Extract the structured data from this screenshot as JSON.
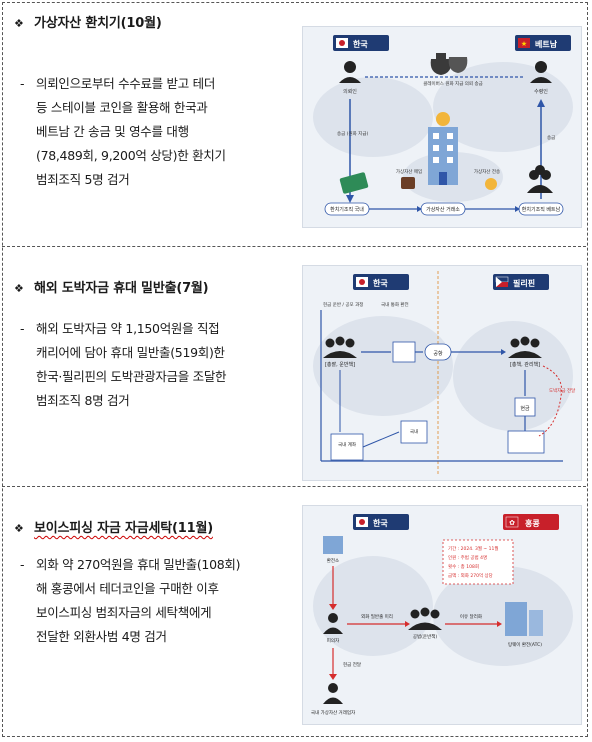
{
  "sections": [
    {
      "title_marker": "❖",
      "title": "가상자산 환치기(10월)",
      "body_dash": "-",
      "body_lines": [
        "의뢰인으로부터 수수료를 받고 테더",
        "등 스테이블 코인을 활용해 한국과",
        "베트남 간 송금 및 영수를 대행",
        "(78,489회, 9,200억 상당)한 환치기",
        "범죄조직 5명 검거"
      ],
      "figure": {
        "flag_left": "한국",
        "flag_right": "베트남",
        "people_left": "의뢰인",
        "people_right": "수령인",
        "bag_label": "클레이버스 원화 지급 의뢰 송금",
        "left_flow": "송금 (원화 지급)",
        "right_flow": "송금",
        "box_left": "환치기조직 국내",
        "box_mid": "가상자산 거래소",
        "box_right": "환치기조직 베트남",
        "mid_left_note": "가상자산 매입",
        "mid_right_note": "가상자산 전송"
      }
    },
    {
      "title_marker": "❖",
      "title": "해외 도박자금 휴대 밀반출(7월)",
      "body_dash": "-",
      "body_lines": [
        "해외 도박자금 약 1,150억원을 직접",
        "캐리어에 담아 휴대 밀반출(519회)한",
        "한국·필리핀의 도박관광자금을 조달한",
        "범죄조직 8명 검거"
      ],
      "figure": {
        "flag_left": "한국",
        "flag_right": "필리핀",
        "node_left": "[총괄, 운반책]",
        "node_right": "[총책, 관리책]",
        "center_label": "공항",
        "box_bottom_left": "국내 계좌",
        "box_bottom_mid": "국내",
        "side_note": "도박자금 전달",
        "cash_label": "현금",
        "note_1": "현금 운반 / 공모 과정",
        "note_2": "국내 통화 환전"
      }
    },
    {
      "title_marker": "❖",
      "title": "보이스피싱 자금 자금세탁(11월)",
      "body_dash": "-",
      "body_lines": [
        "외화 약 270억원을 휴대 밀반출(108회)",
        "해 홍콩에서 테더코인을 구매한 이후",
        "보이스피싱 범죄자금의 세탁책에게",
        "전달한 외환사범 4명 검거"
      ],
      "figure": {
        "flag_left": "한국",
        "flag_right": "홍콩",
        "node_top": "환전소",
        "node_left": "피의자",
        "node_mid": "공범(운반책)",
        "node_right": "탕웨이 환전(ATC)",
        "node_bottom": "국내 가상자산 거래업자",
        "info_1": "기간 : 2024. 3월 ~ 11월",
        "info_2": "인원 : 주범 공범 4명",
        "info_3": "횟수 : 총 108회",
        "info_4": "금액 : 외화 270억 상당",
        "arrow_1": "외화 밀반출 미리",
        "arrow_2": "이유 달러화",
        "left_arrow": "현금 전달"
      }
    }
  ],
  "colors": {
    "flag_navy": "#1f3b73",
    "flag_red": "#c8202a",
    "arrow_blue": "#2f56a8",
    "arrow_red": "#d62d2d",
    "map": "#d9e0ea"
  }
}
